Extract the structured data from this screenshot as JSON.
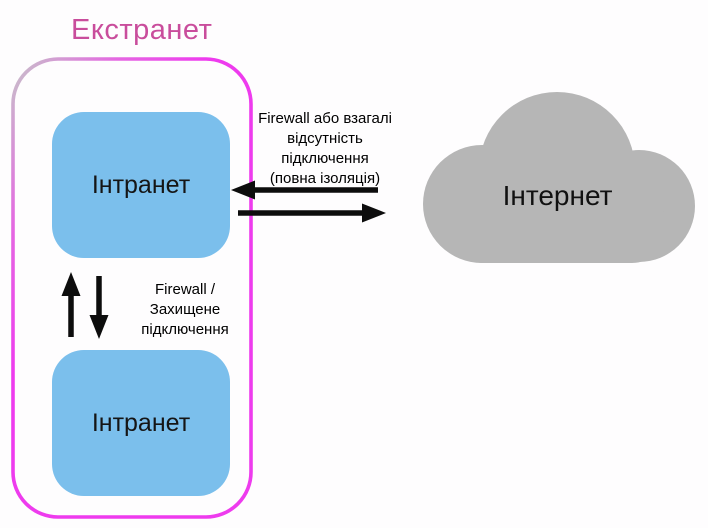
{
  "title": "Екстранет",
  "boxes": {
    "intranet_top": "Інтранет",
    "intranet_bottom": "Інтранет",
    "internet": "Інтернет"
  },
  "labels": {
    "isolation_lines": [
      "Firewall або взагалі",
      "відсутність",
      "підключення",
      "(повна ізоляція)"
    ],
    "protected_lines": [
      "Firewall /",
      "Захищене",
      "підключення"
    ]
  },
  "colors": {
    "extranet_border": "#ee3bee",
    "extranet_title": "#c94d9c",
    "intranet_box_fill": "#7bbfec",
    "internet_cloud_fill": "#b6b6b6",
    "arrow": "#0d0d0d"
  }
}
